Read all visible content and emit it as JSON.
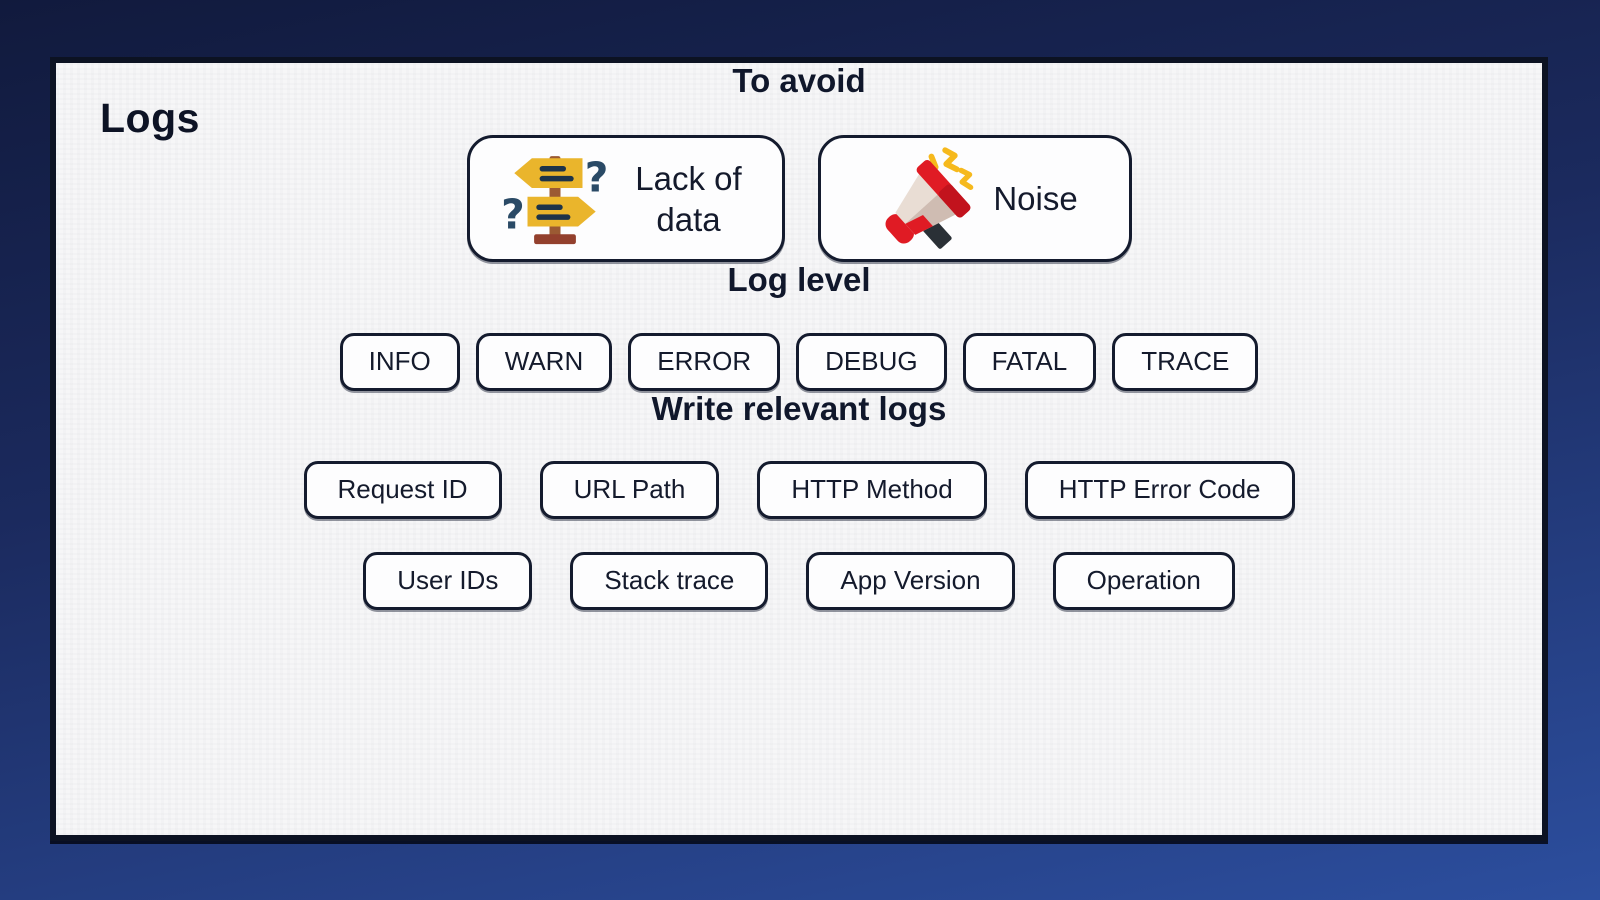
{
  "page": {
    "title": "Logs"
  },
  "sections": {
    "avoid": {
      "heading": "To avoid",
      "items": [
        {
          "label": "Lack of data",
          "icon": "signpost-icon"
        },
        {
          "label": "Noise",
          "icon": "megaphone-icon"
        }
      ]
    },
    "log_level": {
      "heading": "Log level",
      "levels": [
        "INFO",
        "WARN",
        "ERROR",
        "DEBUG",
        "FATAL",
        "TRACE"
      ]
    },
    "relevant": {
      "heading": "Write relevant logs",
      "row1": [
        "Request ID",
        "URL Path",
        "HTTP Method",
        "HTTP Error Code"
      ],
      "row2": [
        "User IDs",
        "Stack trace",
        "App Version",
        "Operation"
      ]
    }
  },
  "colors": {
    "bg_top": "#111a3d",
    "bg_mid": "#1b2a5e",
    "bg_bottom": "#2c4e9e",
    "card_bg": "#f6f6f7",
    "chip_bg": "#fdfdfe",
    "border": "#141b2e",
    "text": "#10172b",
    "signpost_yellow": "#eab52c",
    "signpost_post_brown": "#9b5a33",
    "signpost_base_brown": "#93402d",
    "sign_line_navy": "#1d3349",
    "question_mark_navy": "#2a4a66",
    "megaphone_red": "#e01b24",
    "megaphone_dark_red": "#c2131d",
    "megaphone_cream": "#e9ddd4",
    "megaphone_shade": "#cfbcb2",
    "megaphone_handle": "#2a3036",
    "zigzag_yellow": "#f6b91d"
  }
}
